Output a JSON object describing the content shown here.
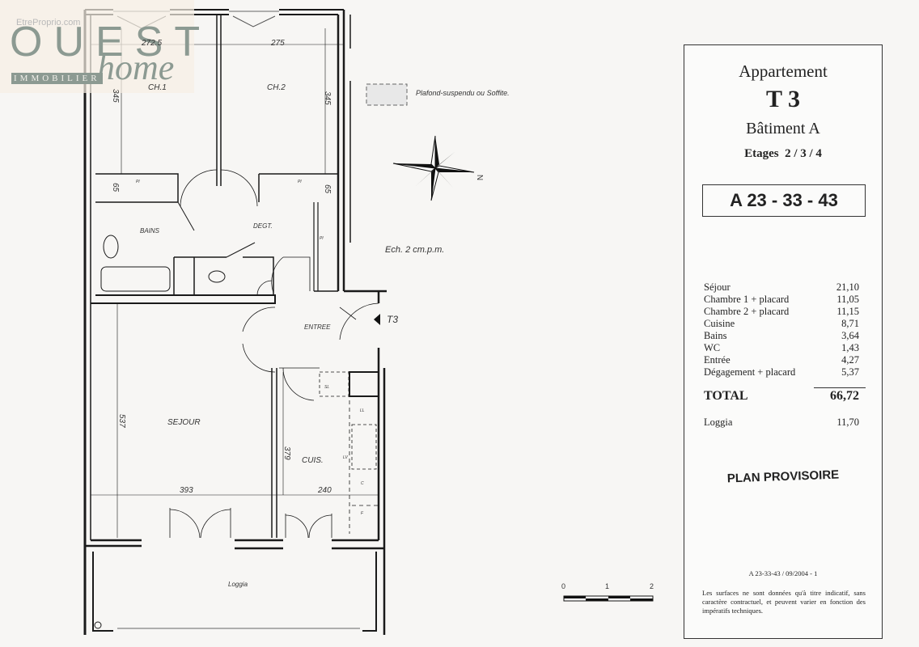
{
  "watermark": {
    "brand_top": "OUEST",
    "brand_bottom": "home",
    "brand_tag": "IMMOBILIER",
    "site": "EtreProprio.com"
  },
  "legend": {
    "soffit_label": "Plafond-suspendu ou Soffite.",
    "scale_text": "Ech. 2 cm.p.m.",
    "north_label": "N",
    "scale_bar_ticks": [
      "0",
      "1",
      "2"
    ]
  },
  "plan": {
    "rooms": {
      "ch1": "CH.1",
      "ch2": "CH.2",
      "bains": "BAINS",
      "degt": "DEGT.",
      "entree": "ENTREE",
      "sejour": "SEJOUR",
      "cuis": "CUIS.",
      "loggia": "Loggia"
    },
    "dimensions": {
      "ch1_width": "272.5",
      "ch2_width": "275",
      "ch1_depth": "345",
      "ch2_depth": "345",
      "closet1_depth": "65",
      "closet2_depth": "65",
      "sejour_depth": "537",
      "sejour_width": "393",
      "cuis_depth": "379",
      "cuis_width": "240"
    },
    "fixtures": {
      "placard": "Pl",
      "lave_linge": "LL",
      "lave_vaisselle": "LV",
      "cuisson": "C",
      "frigo": "F",
      "sl": "SL"
    },
    "entrance_label": "T3"
  },
  "panel": {
    "heading": "Appartement",
    "type": "T 3",
    "building": "Bâtiment A",
    "floors": "Etages  2 / 3 / 4",
    "reference": "A 23 - 33 - 43",
    "areas": [
      {
        "room": "Séjour",
        "value": "21,10"
      },
      {
        "room": "Chambre 1 + placard",
        "value": "11,05"
      },
      {
        "room": "Chambre 2 + placard",
        "value": "11,15"
      },
      {
        "room": "Cuisine",
        "value": "8,71"
      },
      {
        "room": "Bains",
        "value": "3,64"
      },
      {
        "room": "WC",
        "value": "1,43"
      },
      {
        "room": "Entrée",
        "value": "4,27"
      },
      {
        "room": "Dégagement + placard",
        "value": "5,37"
      }
    ],
    "total_label": "TOTAL",
    "total_value": "66,72",
    "loggia_label": "Loggia",
    "loggia_value": "11,70",
    "plan_status": "PLAN PROVISOIRE",
    "doc_ref": "A 23-33-43 / 09/2004 - 1",
    "disclaimer": "Les surfaces ne sont données qu'à titre indicatif, sans caractère contractuel, et peuvent varier en fonction des impératifs techniques."
  }
}
